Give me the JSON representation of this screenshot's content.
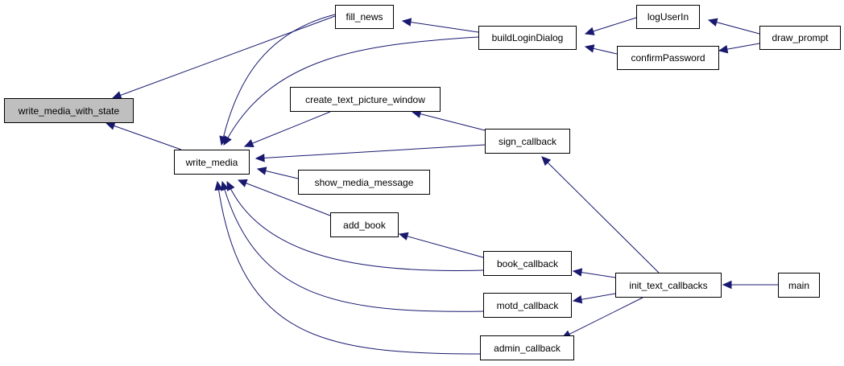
{
  "graph": {
    "edge_color": "#191970",
    "nodes": {
      "write_media_with_state": {
        "label": "write_media_with_state",
        "current": true
      },
      "fill_news": {
        "label": "fill_news"
      },
      "buildLoginDialog": {
        "label": "buildLoginDialog"
      },
      "logUserIn": {
        "label": "logUserIn"
      },
      "confirmPassword": {
        "label": "confirmPassword"
      },
      "draw_prompt": {
        "label": "draw_prompt"
      },
      "write_media": {
        "label": "write_media"
      },
      "create_text_picture_window": {
        "label": "create_text_picture_window"
      },
      "sign_callback": {
        "label": "sign_callback"
      },
      "show_media_message": {
        "label": "show_media_message"
      },
      "add_book": {
        "label": "add_book"
      },
      "book_callback": {
        "label": "book_callback"
      },
      "init_text_callbacks": {
        "label": "init_text_callbacks"
      },
      "main": {
        "label": "main"
      },
      "motd_callback": {
        "label": "motd_callback"
      },
      "admin_callback": {
        "label": "admin_callback"
      }
    },
    "edges": [
      {
        "from": "fill_news",
        "to": "write_media_with_state"
      },
      {
        "from": "write_media",
        "to": "write_media_with_state"
      },
      {
        "from": "buildLoginDialog",
        "to": "fill_news"
      },
      {
        "from": "logUserIn",
        "to": "buildLoginDialog"
      },
      {
        "from": "confirmPassword",
        "to": "buildLoginDialog"
      },
      {
        "from": "draw_prompt",
        "to": "logUserIn"
      },
      {
        "from": "draw_prompt",
        "to": "confirmPassword"
      },
      {
        "from": "fill_news",
        "to": "write_media"
      },
      {
        "from": "buildLoginDialog",
        "to": "write_media"
      },
      {
        "from": "create_text_picture_window",
        "to": "write_media"
      },
      {
        "from": "sign_callback",
        "to": "write_media"
      },
      {
        "from": "show_media_message",
        "to": "write_media"
      },
      {
        "from": "add_book",
        "to": "write_media"
      },
      {
        "from": "book_callback",
        "to": "write_media"
      },
      {
        "from": "motd_callback",
        "to": "write_media"
      },
      {
        "from": "admin_callback",
        "to": "write_media"
      },
      {
        "from": "sign_callback",
        "to": "create_text_picture_window"
      },
      {
        "from": "book_callback",
        "to": "add_book"
      },
      {
        "from": "init_text_callbacks",
        "to": "sign_callback"
      },
      {
        "from": "init_text_callbacks",
        "to": "book_callback"
      },
      {
        "from": "init_text_callbacks",
        "to": "motd_callback"
      },
      {
        "from": "init_text_callbacks",
        "to": "admin_callback"
      },
      {
        "from": "main",
        "to": "init_text_callbacks"
      }
    ]
  }
}
